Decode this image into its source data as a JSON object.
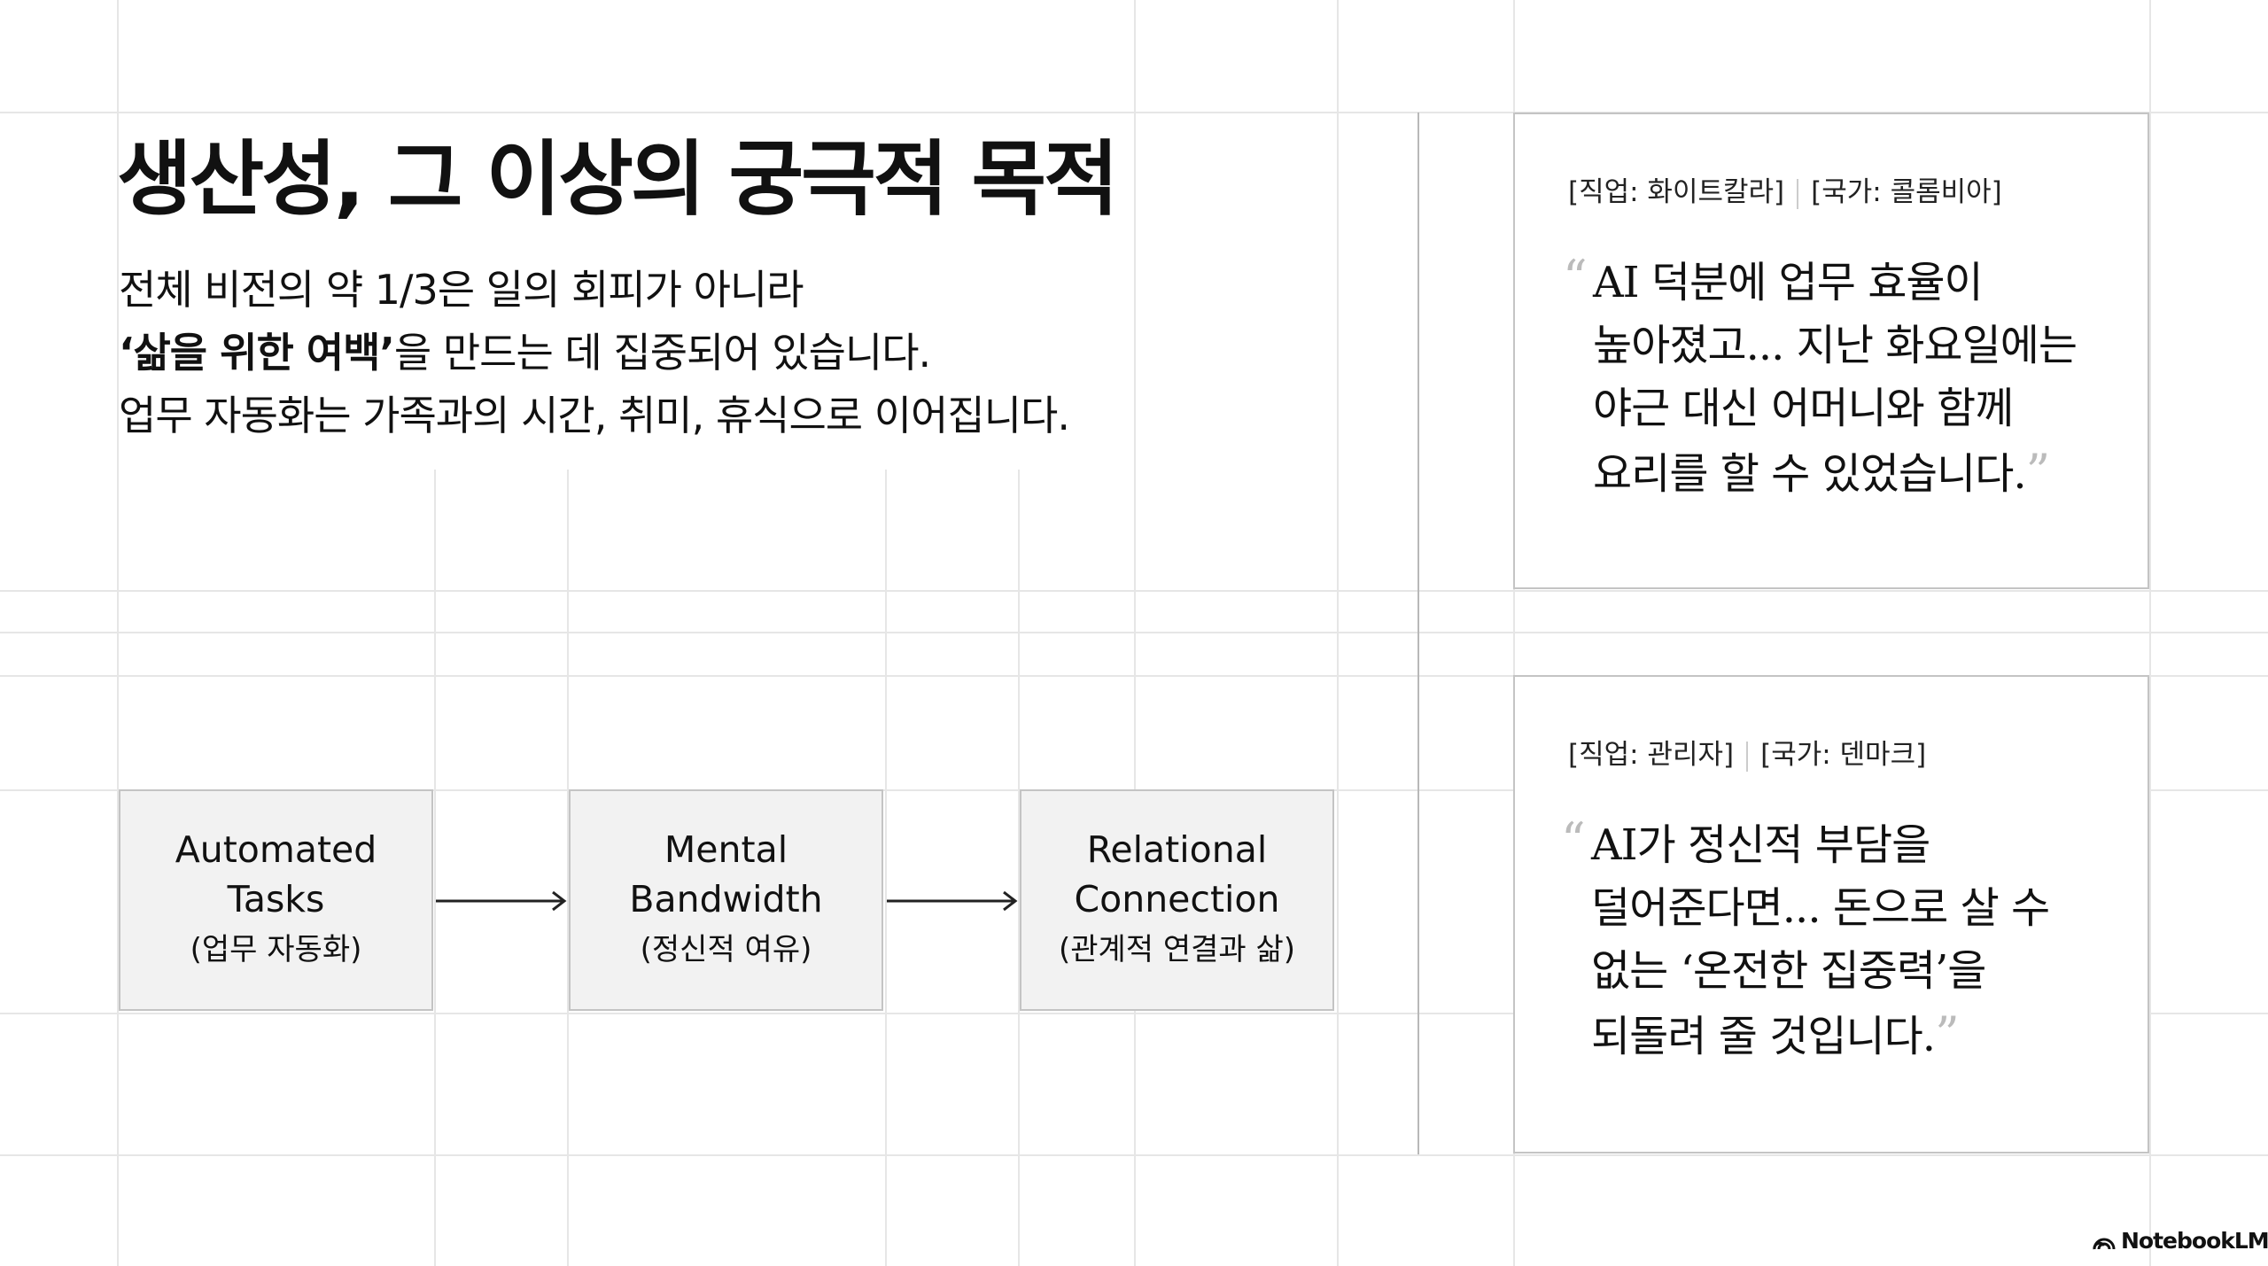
{
  "title": "생산성, 그 이상의 궁극적 목적",
  "body": {
    "line1": "전체 비전의 약 1/3은 일의 회피가 아니라",
    "line2_bold": "‘삶을 위한 여백’",
    "line2_rest": "을 만드는 데 집중되어 있습니다.",
    "line3": "업무 자동화는 가족과의 시간, 취미, 휴식으로 이어집니다."
  },
  "flow": [
    {
      "en1": "Automated",
      "en2": "Tasks",
      "ko": "(업무 자동화)"
    },
    {
      "en1": "Mental",
      "en2": "Bandwidth",
      "ko": "(정신적 여유)"
    },
    {
      "en1": "Relational",
      "en2": "Connection",
      "ko": "(관계적 연결과 삶)"
    }
  ],
  "quotes": [
    {
      "job": "[직업: 화이트칼라]",
      "country": "[국가: 콜롬비아]",
      "lines": [
        "AI 덕분에 업무 효율이",
        "높아졌고... 지난 화요일에는",
        "야근 대신 어머니와 함께",
        "요리를 할 수 있었습니다."
      ]
    },
    {
      "job": "[직업: 관리자]",
      "country": "[국가: 덴마크]",
      "lines": [
        "AI가 정신적 부담을",
        "덜어준다면... 돈으로 살 수",
        "없는 ‘온전한 집중력’을",
        "되돌려 줄 것입니다."
      ]
    }
  ],
  "quote_open": "“",
  "quote_close": "”",
  "brand": "NotebookLM"
}
